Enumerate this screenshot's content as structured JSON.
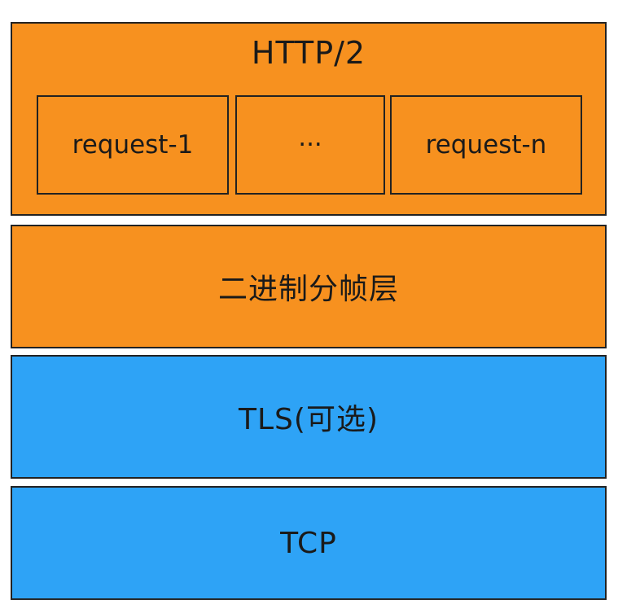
{
  "colors": {
    "http_layers": "#f7911f",
    "transport_layers": "#2ea3f6",
    "border": "#222222",
    "text": "#1a1a1a"
  },
  "http2": {
    "title": "HTTP/2",
    "requests": [
      "request-1",
      "···",
      "request-n"
    ]
  },
  "binary_framing": {
    "label": "二进制分帧层"
  },
  "tls": {
    "label": "TLS(可选)"
  },
  "tcp": {
    "label": "TCP"
  }
}
